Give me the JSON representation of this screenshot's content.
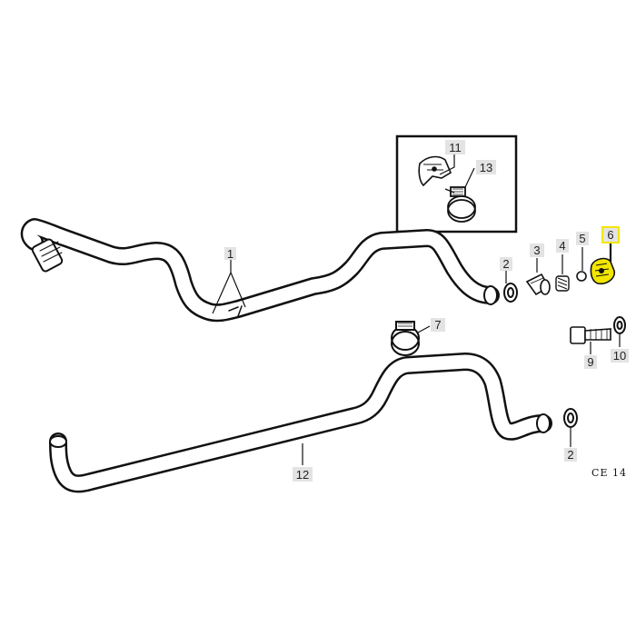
{
  "diagram": {
    "callouts": [
      {
        "id": "c1",
        "label": "1"
      },
      {
        "id": "c2a",
        "label": "2"
      },
      {
        "id": "c2b",
        "label": "2"
      },
      {
        "id": "c3",
        "label": "3"
      },
      {
        "id": "c4",
        "label": "4"
      },
      {
        "id": "c5",
        "label": "5"
      },
      {
        "id": "c6",
        "label": "6"
      },
      {
        "id": "c7",
        "label": "7"
      },
      {
        "id": "c9",
        "label": "9"
      },
      {
        "id": "c10",
        "label": "10"
      },
      {
        "id": "c11",
        "label": "11"
      },
      {
        "id": "c12",
        "label": "12"
      },
      {
        "id": "c13",
        "label": "13"
      }
    ],
    "reference_code": "CE 14",
    "colors": {
      "line": "#111111",
      "label_box": "#e3e3e3",
      "highlight": "#f2e600"
    }
  }
}
